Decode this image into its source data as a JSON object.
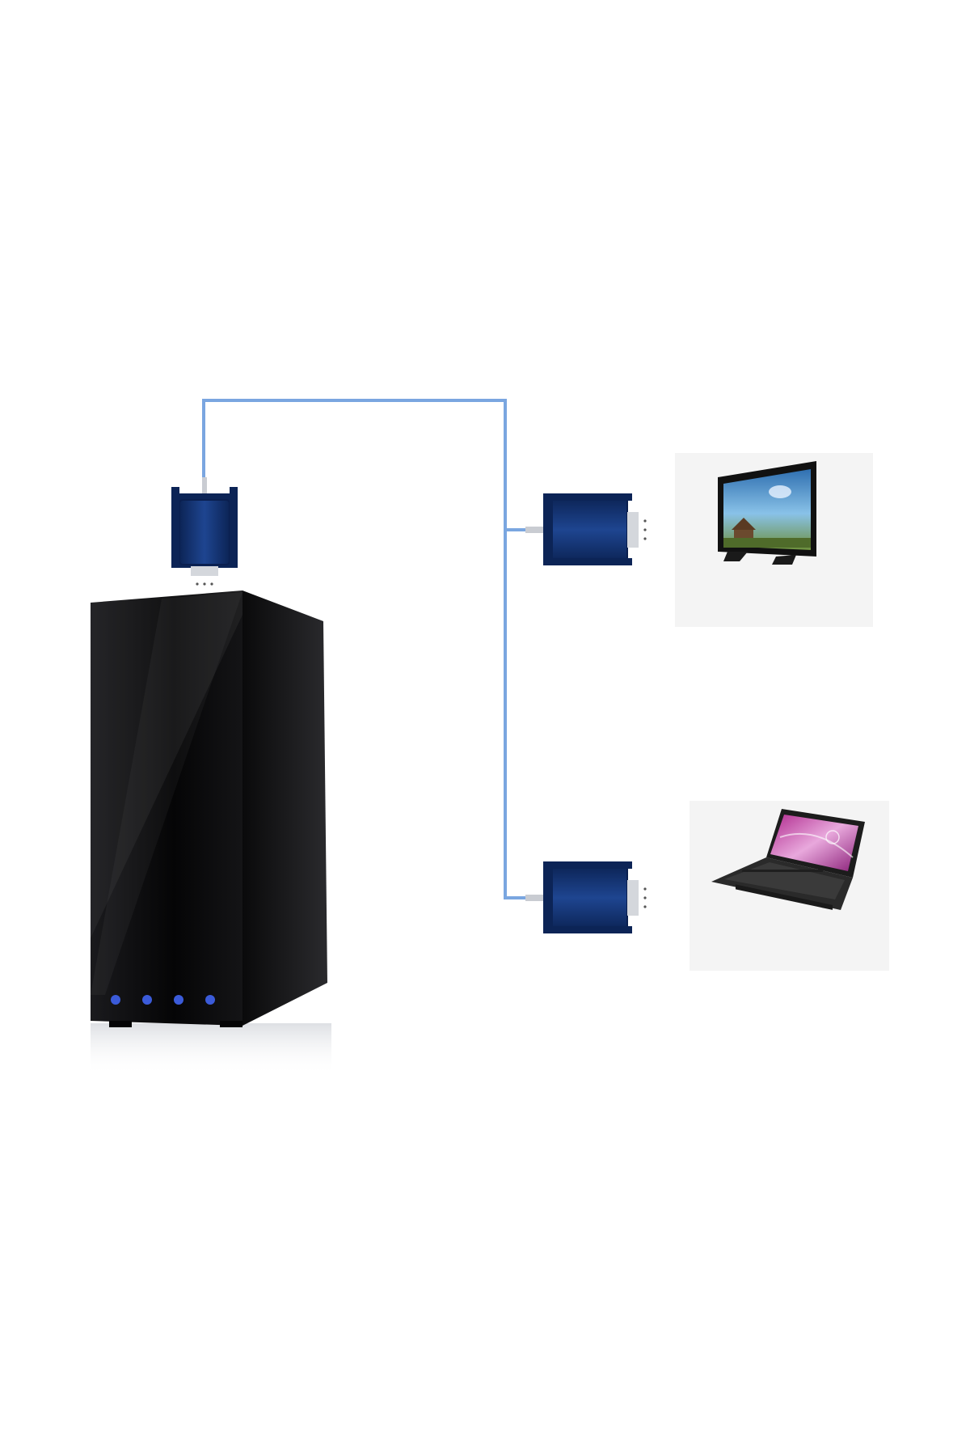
{
  "colors": {
    "background": "#ffffff",
    "cable": "#7aa6e0",
    "connector_body": "#13316e",
    "connector_edge": "#0a1f4f",
    "tower_body": "#0b0b0d",
    "power_led": "#3b5bd9",
    "panel_bg": "#f4f4f4"
  },
  "diagram": {
    "description_nodes": [
      {
        "id": "computer",
        "icon": "tower-pc-icon"
      },
      {
        "id": "monitor",
        "icon": "monitor-icon"
      },
      {
        "id": "laptop",
        "icon": "laptop-icon"
      }
    ],
    "connectors": [
      {
        "id": "source",
        "icon": "vga-connector-icon"
      },
      {
        "id": "output-1",
        "icon": "vga-connector-icon"
      },
      {
        "id": "output-2",
        "icon": "vga-connector-icon"
      }
    ],
    "power_led_count": 4
  }
}
